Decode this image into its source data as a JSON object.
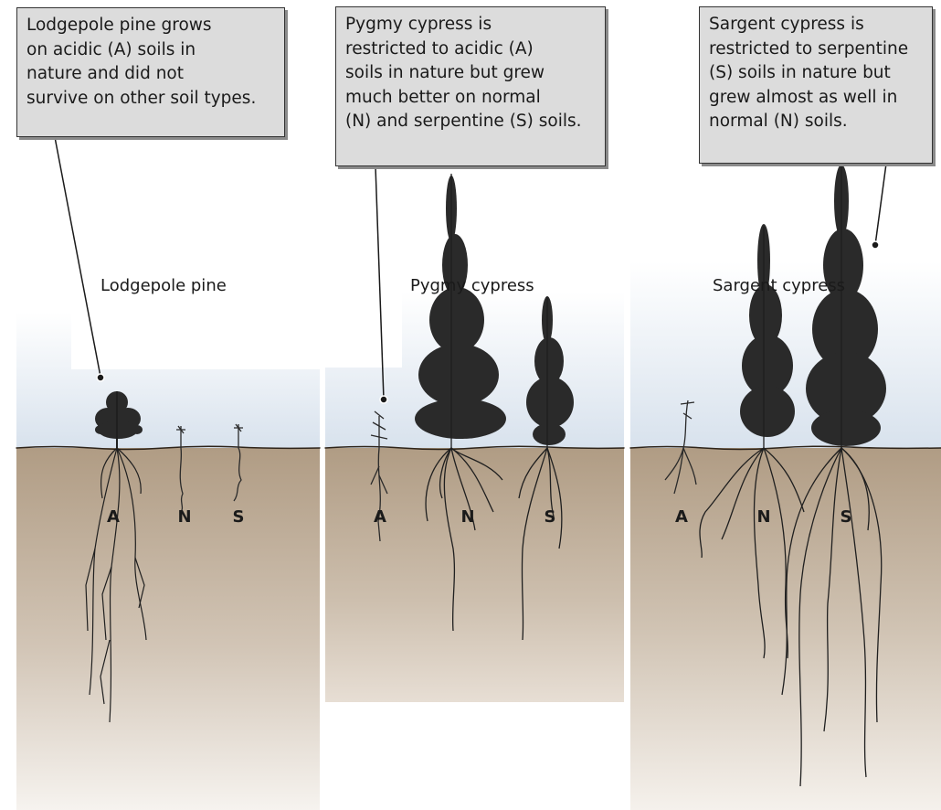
{
  "panels": [
    {
      "id": "lodgepole",
      "species_label": "Lodgepole pine",
      "callout_lines": [
        "Lodgepole pine grows",
        "on acidic (A) soils in",
        "nature and did not",
        "survive on other soil types."
      ],
      "soil_labels": [
        "A",
        "N",
        "S"
      ]
    },
    {
      "id": "pygmy",
      "species_label": "Pygmy cypress",
      "callout_lines": [
        "Pygmy cypress is",
        "restricted to acidic (A)",
        "soils in nature but grew",
        "much better on normal",
        "(N) and serpentine (S) soils."
      ],
      "soil_labels": [
        "A",
        "N",
        "S"
      ]
    },
    {
      "id": "sargent",
      "species_label": "Sargent cypress",
      "callout_lines": [
        "Sargent cypress is",
        "restricted to serpentine",
        "(S) soils in nature but",
        "grew almost as well in",
        "normal (N) soils."
      ],
      "soil_labels": [
        "A",
        "N",
        "S"
      ]
    }
  ],
  "colors": {
    "sky_top": "#ffffff",
    "sky_bottom": "#d9e3ee",
    "soil_top": "#b3a089",
    "soil_bottom": "#f2eee9",
    "callout_bg": "#dcdcdc",
    "ink": "#1a1a1a"
  }
}
